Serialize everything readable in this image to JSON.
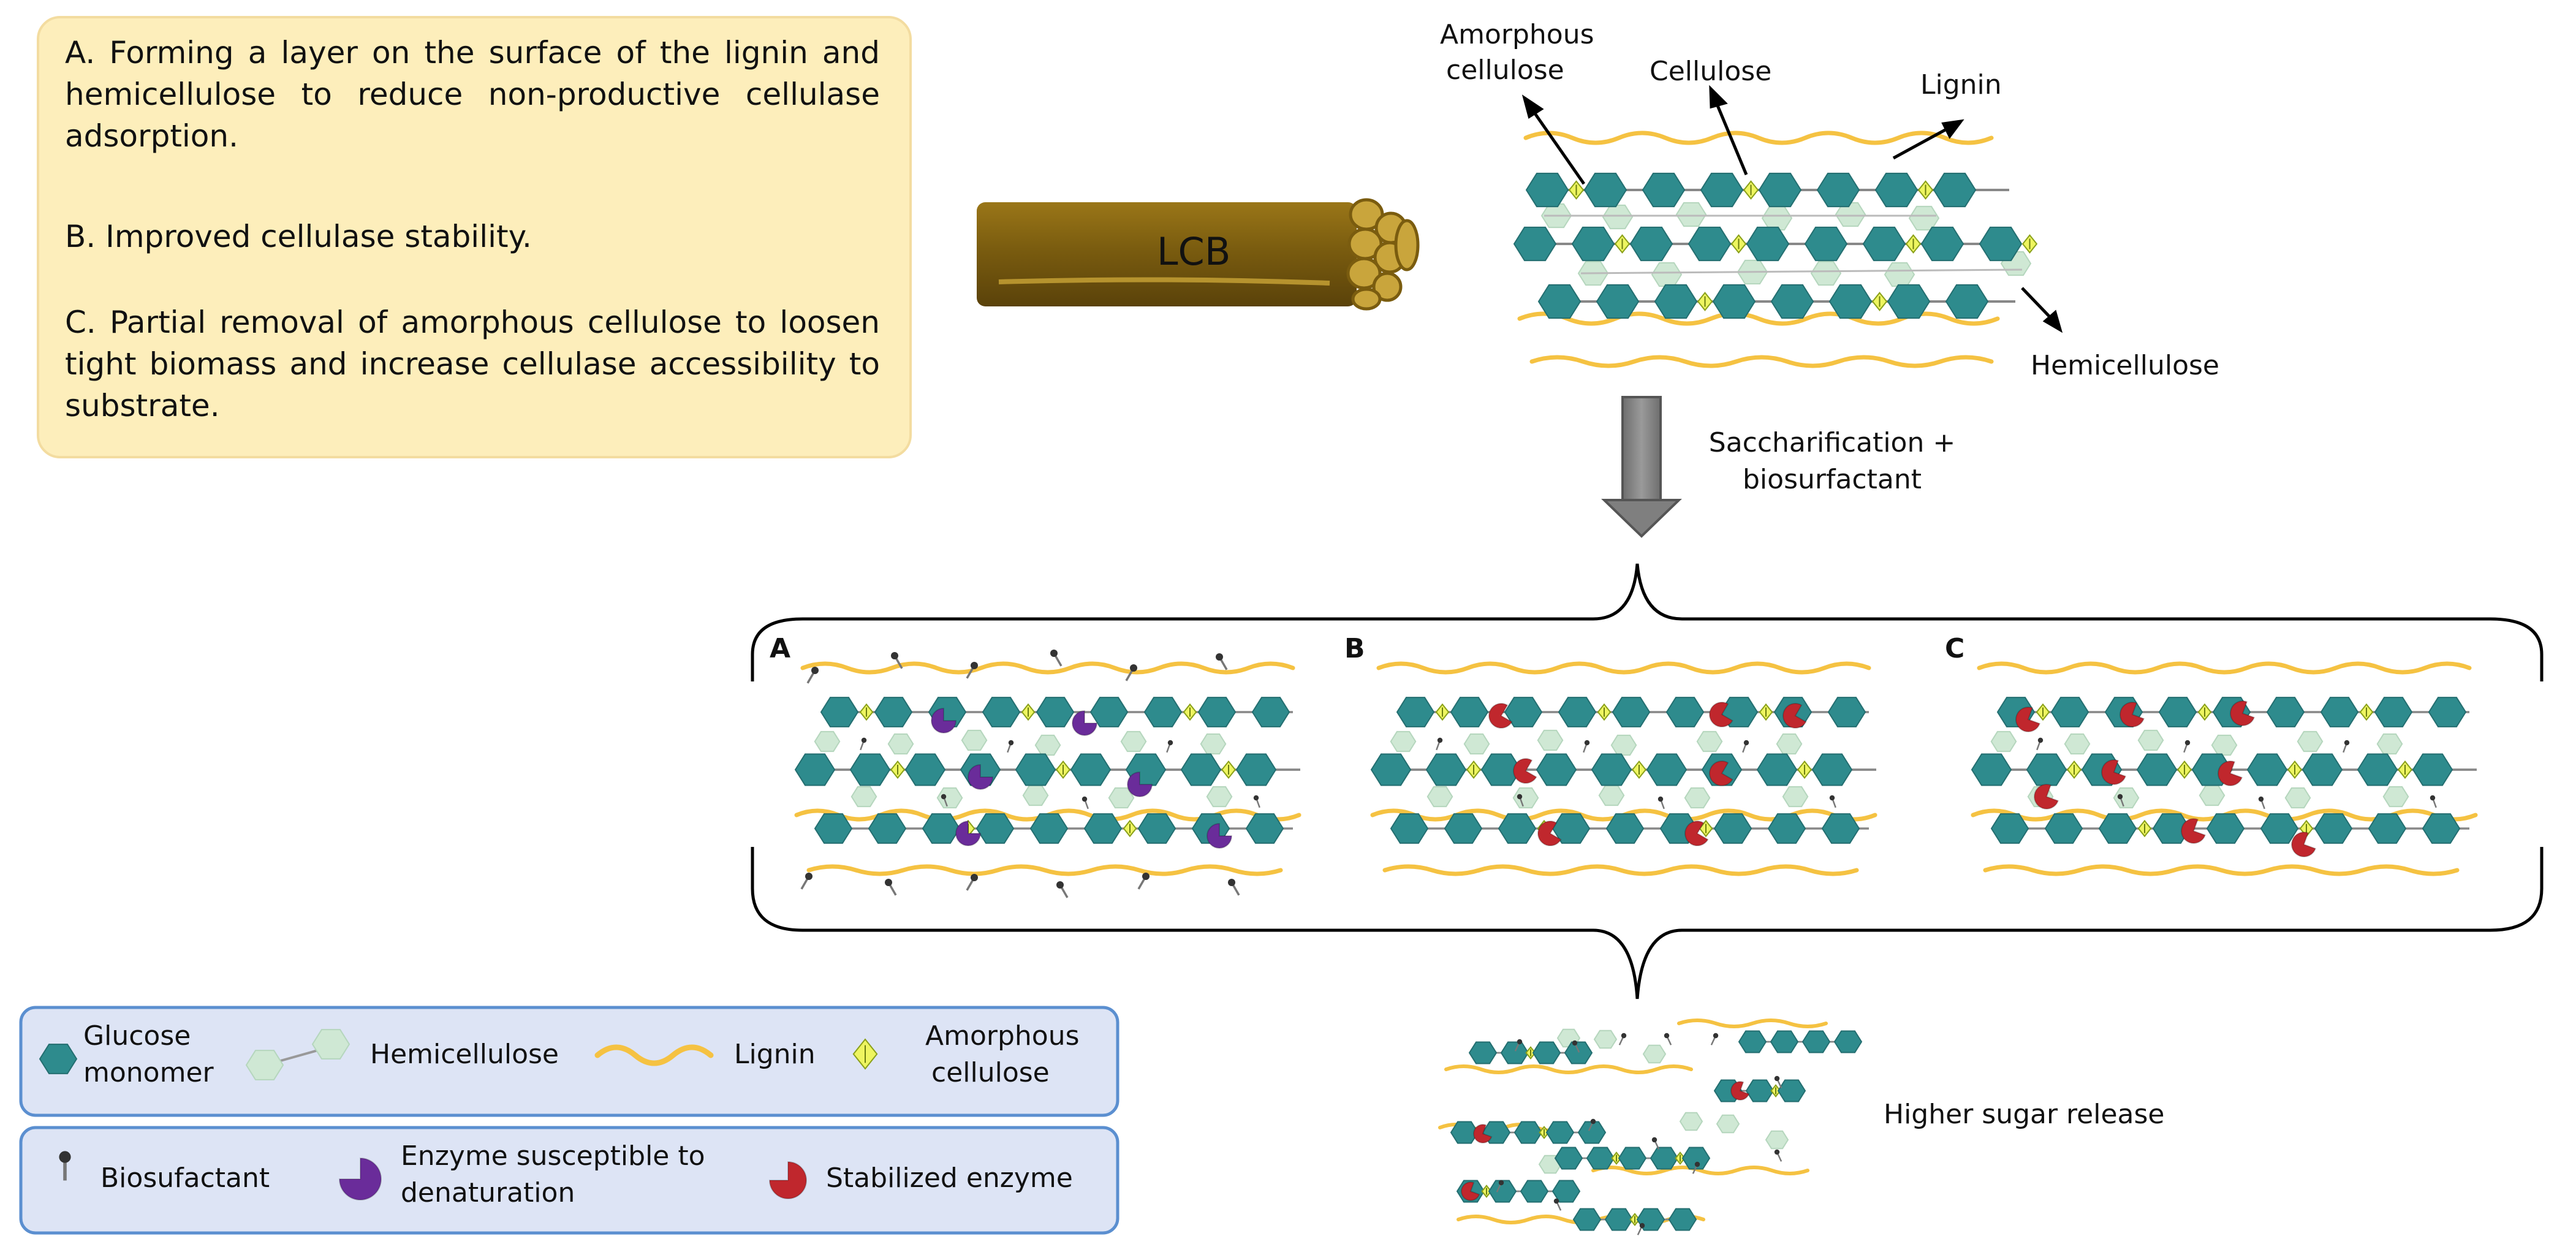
{
  "mechanisms": {
    "a": "A. Forming a layer on the surface of the lignin and hemicellulose to reduce non-productive cellulase adsorption.",
    "b": "B. Improved cellulase stability.",
    "c": "C. Partial removal of amorphous cellulose to loosen tight biomass and increase cellulase accessibility to substrate."
  },
  "lcb_label": "LCB",
  "structure_labels": {
    "amorphous_line1": "Amorphous",
    "amorphous_line2": "cellulose",
    "cellulose": "Cellulose",
    "lignin": "Lignin",
    "hemicellulose": "Hemicellulose"
  },
  "process": {
    "line1": "Saccharification +",
    "line2": "biosurfactant"
  },
  "panels": [
    "A",
    "B",
    "C"
  ],
  "result": "Higher sugar release",
  "legend1": {
    "glucose_line1": "Glucose",
    "glucose_line2": "monomer",
    "hemicellulose": "Hemicellulose",
    "lignin": "Lignin",
    "amorphous_line1": "Amorphous",
    "amorphous_line2": "cellulose"
  },
  "legend2": {
    "biosurfactant": "Biosufactant",
    "enzyme_line1": "Enzyme susceptible to",
    "enzyme_line2": "denaturation",
    "stabilized": "Stabilized enzyme"
  },
  "colors": {
    "glucose": "#2e8b8d",
    "hemicellulose": "#cfe8d4",
    "lignin": "#f5c242",
    "amorphous": "#eef560",
    "enzyme_susceptible": "#6a2c9a",
    "enzyme_stabilized": "#c0272d",
    "box_yellow": "#fdeebb",
    "box_blue": "#dde4f5",
    "arrow": "#7f7f7f"
  }
}
